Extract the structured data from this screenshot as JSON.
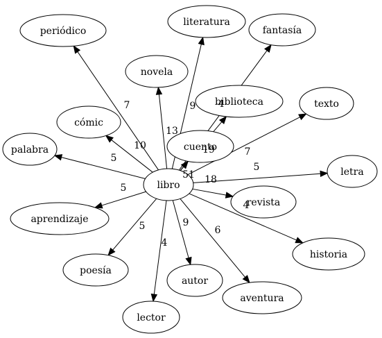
{
  "graph": {
    "center": "libro",
    "nodes": [
      {
        "id": "libro",
        "label": "libro"
      },
      {
        "id": "periodico",
        "label": "periódico"
      },
      {
        "id": "literatura",
        "label": "literatura"
      },
      {
        "id": "fantasia",
        "label": "fantasía"
      },
      {
        "id": "novela",
        "label": "novela"
      },
      {
        "id": "biblioteca",
        "label": "biblioteca"
      },
      {
        "id": "texto",
        "label": "texto"
      },
      {
        "id": "comic",
        "label": "cómic"
      },
      {
        "id": "cuento",
        "label": "cuento"
      },
      {
        "id": "palabra",
        "label": "palabra"
      },
      {
        "id": "letra",
        "label": "letra"
      },
      {
        "id": "revista",
        "label": "revista"
      },
      {
        "id": "aprendizaje",
        "label": "aprendizaje"
      },
      {
        "id": "historia",
        "label": "historia"
      },
      {
        "id": "poesia",
        "label": "poesía"
      },
      {
        "id": "autor",
        "label": "autor"
      },
      {
        "id": "aventura",
        "label": "aventura"
      },
      {
        "id": "lector",
        "label": "lector"
      }
    ],
    "edges": [
      {
        "from": "libro",
        "to": "periodico",
        "weight": "7"
      },
      {
        "from": "libro",
        "to": "literatura",
        "weight": "9"
      },
      {
        "from": "libro",
        "to": "fantasia",
        "weight": "4"
      },
      {
        "from": "libro",
        "to": "novela",
        "weight": "13"
      },
      {
        "from": "libro",
        "to": "biblioteca",
        "weight": "19"
      },
      {
        "from": "libro",
        "to": "texto",
        "weight": "7"
      },
      {
        "from": "libro",
        "to": "comic",
        "weight": "10"
      },
      {
        "from": "libro",
        "to": "cuento",
        "weight": "51"
      },
      {
        "from": "libro",
        "to": "palabra",
        "weight": "5"
      },
      {
        "from": "libro",
        "to": "letra",
        "weight": "5"
      },
      {
        "from": "libro",
        "to": "revista",
        "weight": "18"
      },
      {
        "from": "libro",
        "to": "aprendizaje",
        "weight": "5"
      },
      {
        "from": "libro",
        "to": "historia",
        "weight": "4"
      },
      {
        "from": "libro",
        "to": "poesia",
        "weight": "5"
      },
      {
        "from": "libro",
        "to": "autor",
        "weight": "9"
      },
      {
        "from": "libro",
        "to": "aventura",
        "weight": "6"
      },
      {
        "from": "libro",
        "to": "lector",
        "weight": "4"
      }
    ]
  }
}
